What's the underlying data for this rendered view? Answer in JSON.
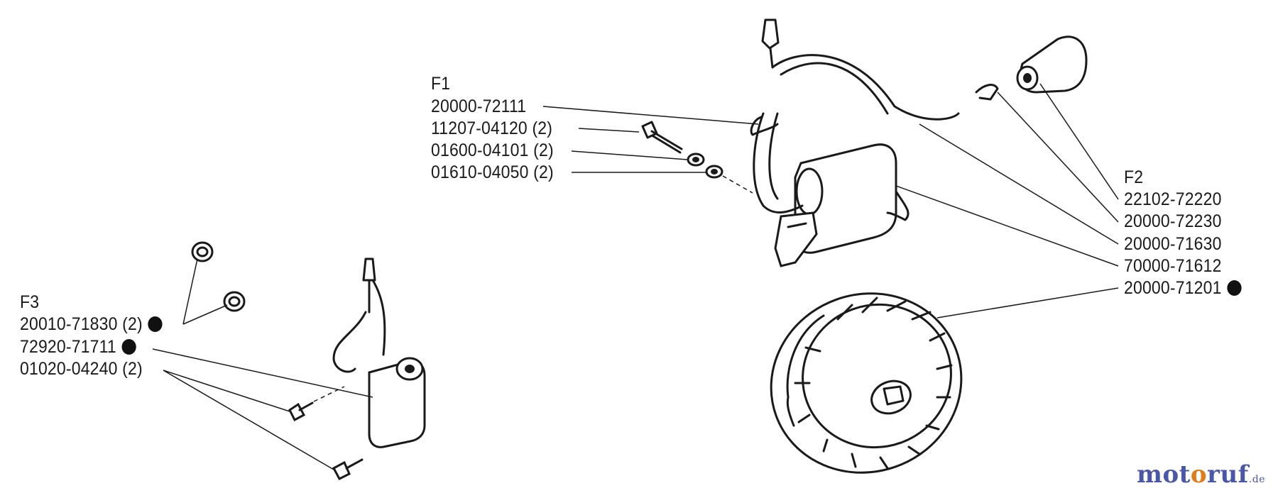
{
  "groups": {
    "f1": {
      "title": "F1",
      "parts": [
        "20000-72111",
        "11207-04120 (2)",
        "01600-04101 (2)",
        "01610-04050 (2)"
      ]
    },
    "f2": {
      "title": "F2",
      "parts": [
        "22102-72220",
        "20000-72230",
        "20000-71630",
        "70000-71612",
        "20000-71201"
      ]
    },
    "f3": {
      "title": "F3",
      "parts": [
        "20010-71830 (2)",
        "72920-71711",
        "01020-04240 (2)"
      ]
    }
  },
  "brand": {
    "m1": "mot",
    "m2": "o",
    "m3": "ruf",
    "tld": ".de"
  }
}
